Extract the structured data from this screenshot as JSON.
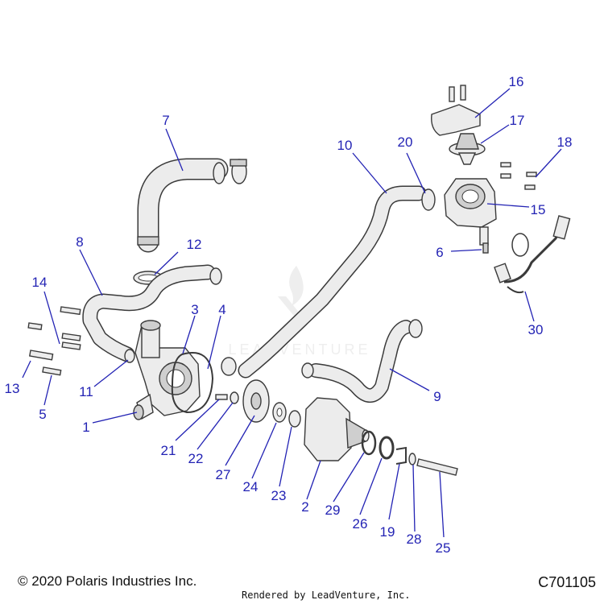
{
  "callouts": [
    {
      "id": "1",
      "label": "1"
    },
    {
      "id": "2",
      "label": "2"
    },
    {
      "id": "3",
      "label": "3"
    },
    {
      "id": "4",
      "label": "4"
    },
    {
      "id": "5",
      "label": "5"
    },
    {
      "id": "6",
      "label": "6"
    },
    {
      "id": "7",
      "label": "7"
    },
    {
      "id": "8",
      "label": "8"
    },
    {
      "id": "9",
      "label": "9"
    },
    {
      "id": "10",
      "label": "10"
    },
    {
      "id": "11",
      "label": "11"
    },
    {
      "id": "12",
      "label": "12"
    },
    {
      "id": "13",
      "label": "13"
    },
    {
      "id": "14",
      "label": "14"
    },
    {
      "id": "15",
      "label": "15"
    },
    {
      "id": "16",
      "label": "16"
    },
    {
      "id": "17",
      "label": "17"
    },
    {
      "id": "18",
      "label": "18"
    },
    {
      "id": "19",
      "label": "19"
    },
    {
      "id": "20",
      "label": "20"
    },
    {
      "id": "21",
      "label": "21"
    },
    {
      "id": "22",
      "label": "22"
    },
    {
      "id": "23",
      "label": "23"
    },
    {
      "id": "24",
      "label": "24"
    },
    {
      "id": "25",
      "label": "25"
    },
    {
      "id": "26",
      "label": "26"
    },
    {
      "id": "27",
      "label": "27"
    },
    {
      "id": "28",
      "label": "28"
    },
    {
      "id": "29",
      "label": "29"
    },
    {
      "id": "30",
      "label": "30"
    }
  ],
  "footer": {
    "copyright": "© 2020 Polaris Industries Inc.",
    "rendered_by": "Rendered by LeadVenture, Inc.",
    "diagram_code": "C701105"
  },
  "watermark": {
    "text": "LEADVENTURE"
  },
  "colors": {
    "callout": "#2323b4",
    "part_fill": "#ececec",
    "part_stroke": "#3a3a3a"
  }
}
